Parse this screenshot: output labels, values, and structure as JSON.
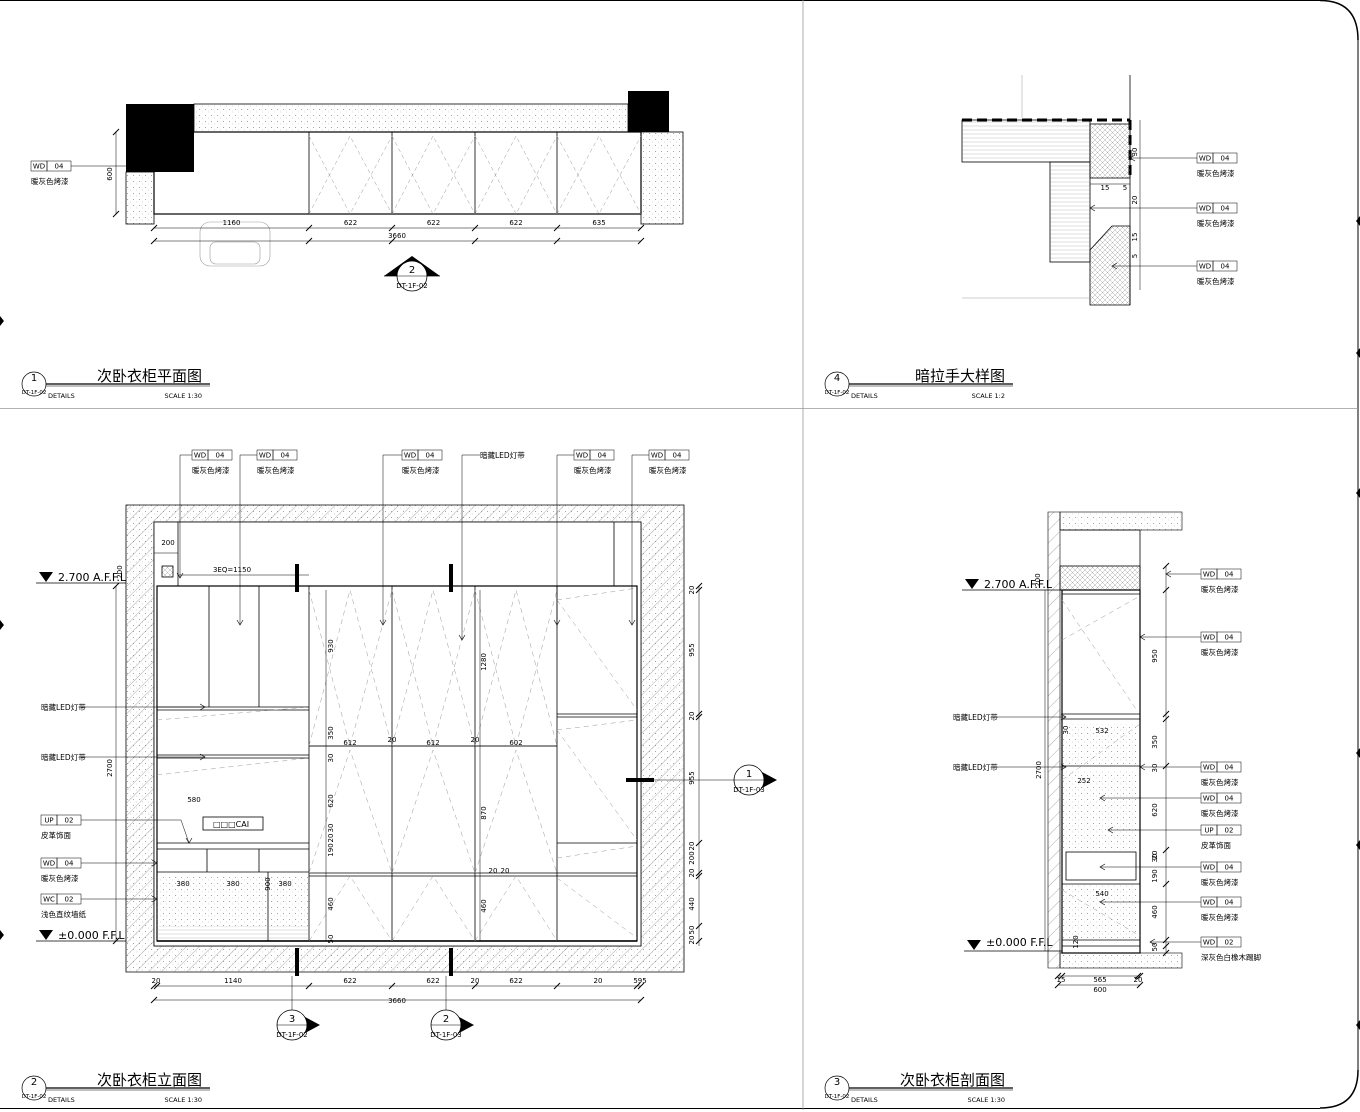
{
  "panels": [
    {
      "id": "p1",
      "number": "1",
      "ref": "DT-1F-02",
      "title": "次卧衣柜平面图",
      "details": "DETAILS",
      "scale": "SCALE  1:30"
    },
    {
      "id": "p4",
      "number": "4",
      "ref": "DT-1F-02",
      "title": "暗拉手大样图",
      "details": "DETAILS",
      "scale": "SCALE  1:2"
    },
    {
      "id": "p2",
      "number": "2",
      "ref": "DT-1F-02",
      "title": "次卧衣柜立面图",
      "details": "DETAILS",
      "scale": "SCALE  1:30"
    },
    {
      "id": "p3",
      "number": "3",
      "ref": "DT-1F-02",
      "title": "次卧衣柜剖面图",
      "details": "DETAILS",
      "scale": "SCALE  1:30"
    }
  ],
  "plan": {
    "dims": [
      "1160",
      "622",
      "622",
      "622",
      "635"
    ],
    "total": "3660",
    "depth": "600",
    "callout": {
      "code": "WD",
      "num": "04",
      "label": "暖灰色烤漆"
    },
    "marker": {
      "num": "2",
      "ref": "DT-1F-02"
    }
  },
  "handle_detail": {
    "callouts": [
      {
        "code": "WD",
        "num": "04",
        "label": "暖灰色烤漆"
      },
      {
        "code": "WD",
        "num": "04",
        "label": "暖灰色烤漆"
      },
      {
        "code": "WD",
        "num": "04",
        "label": "暖灰色烤漆"
      }
    ],
    "dims": [
      "30",
      "15",
      "5",
      "20",
      "15",
      "5"
    ]
  },
  "elevation": {
    "top_callouts": [
      {
        "code": "WD",
        "num": "04",
        "label": "暖灰色烤漆"
      },
      {
        "code": "WD",
        "num": "04",
        "label": "暖灰色烤漆"
      },
      {
        "code": "WD",
        "num": "04",
        "label": "暖灰色烤漆"
      },
      {
        "code": "",
        "num": "",
        "label": "暗藏LED灯带"
      },
      {
        "code": "WD",
        "num": "04",
        "label": "暖灰色烤漆"
      },
      {
        "code": "WD",
        "num": "04",
        "label": "暖灰色烤漆"
      }
    ],
    "left_labels": [
      {
        "code": "",
        "num": "",
        "label": "暗藏LED灯带"
      },
      {
        "code": "",
        "num": "",
        "label": "暗藏LED灯带"
      },
      {
        "code": "UP",
        "num": "02",
        "label": "皮革饰面"
      },
      {
        "code": "WD",
        "num": "04",
        "label": "暖灰色烤漆"
      },
      {
        "code": "WC",
        "num": "02",
        "label": "浅色直纹墙纸"
      }
    ],
    "level_top": "2.700 A.F.F.L",
    "level_bottom": "±0.000 F.F.L",
    "bottom_dims": [
      "20",
      "1140",
      "622",
      "622",
      "20",
      "622",
      "20",
      "595"
    ],
    "total": "3660",
    "top_dims": [
      "200",
      "3EQ=1150"
    ],
    "inner_dims": [
      "612",
      "20",
      "612",
      "20",
      "602",
      "580",
      "380",
      "380",
      "900",
      "380",
      "930",
      "350",
      "30",
      "620",
      "190",
      "20",
      "30",
      "460",
      "50",
      "1280",
      "870",
      "460",
      "20",
      "20"
    ],
    "right_dims": [
      "20",
      "955",
      "20",
      "955",
      "20",
      "200",
      "20",
      "440",
      "50",
      "20"
    ],
    "height": "2700",
    "left_dim": "200",
    "drawer_text": "□□□CAI",
    "markers": [
      {
        "num": "3",
        "ref": "DT-1F-02"
      },
      {
        "num": "2",
        "ref": "DT-1F-03"
      },
      {
        "num": "1",
        "ref": "DT-1F-03"
      }
    ]
  },
  "section": {
    "callouts": [
      {
        "code": "WD",
        "num": "04",
        "label": "暖灰色烤漆"
      },
      {
        "code": "WD",
        "num": "04",
        "label": "暖灰色烤漆"
      },
      {
        "code": "WD",
        "num": "04",
        "label": "暖灰色烤漆"
      },
      {
        "code": "WD",
        "num": "04",
        "label": "暖灰色烤漆"
      },
      {
        "code": "UP",
        "num": "02",
        "label": "皮革饰面"
      },
      {
        "code": "WD",
        "num": "04",
        "label": "暖灰色烤漆"
      },
      {
        "code": "WD",
        "num": "04",
        "label": "暖灰色烤漆"
      },
      {
        "code": "WD",
        "num": "02",
        "label": "深灰色白橡木踢脚"
      }
    ],
    "left_labels": [
      "暗藏LED灯带",
      "暗藏LED灯带"
    ],
    "level_top": "2.700 A.F.F.L",
    "level_bottom": "±0.000 F.F.L",
    "dims": [
      "15",
      "565",
      "20",
      "600",
      "200",
      "950",
      "350",
      "30",
      "620",
      "20",
      "30",
      "190",
      "460",
      "50",
      "2700",
      "532",
      "252",
      "540",
      "120",
      "30"
    ]
  }
}
